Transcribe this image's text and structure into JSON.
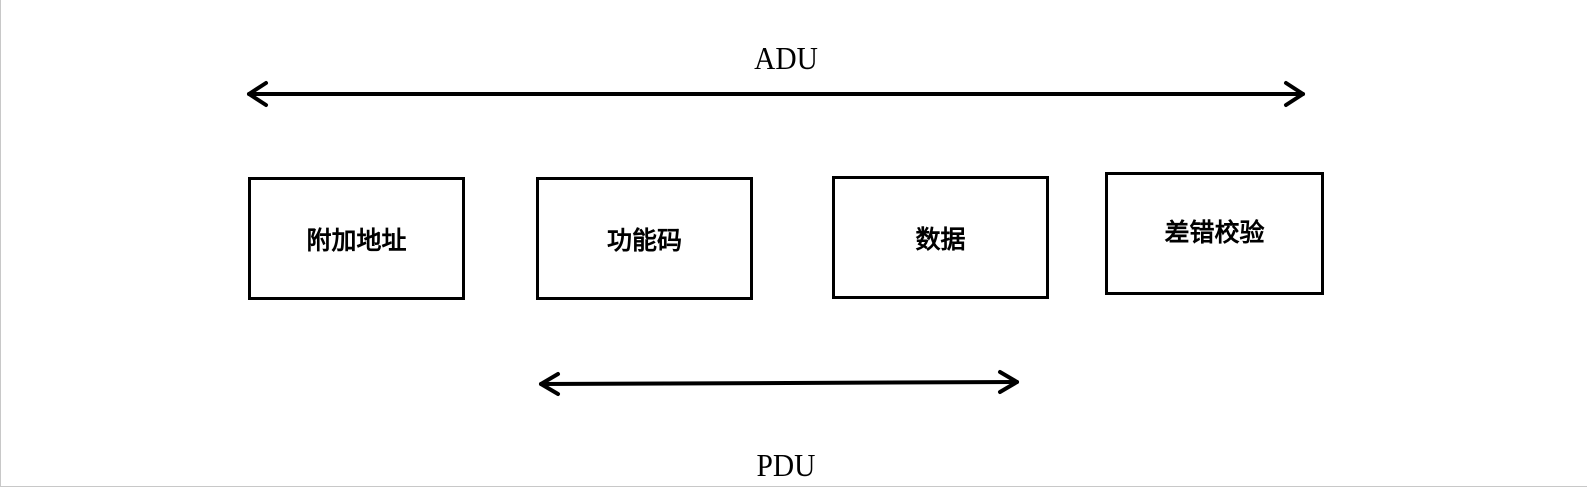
{
  "diagram": {
    "top_span_label": "ADU",
    "bottom_span_label": "PDU",
    "fields": [
      {
        "label": "附加地址"
      },
      {
        "label": "功能码"
      },
      {
        "label": "数据"
      },
      {
        "label": "差错校验"
      }
    ]
  }
}
